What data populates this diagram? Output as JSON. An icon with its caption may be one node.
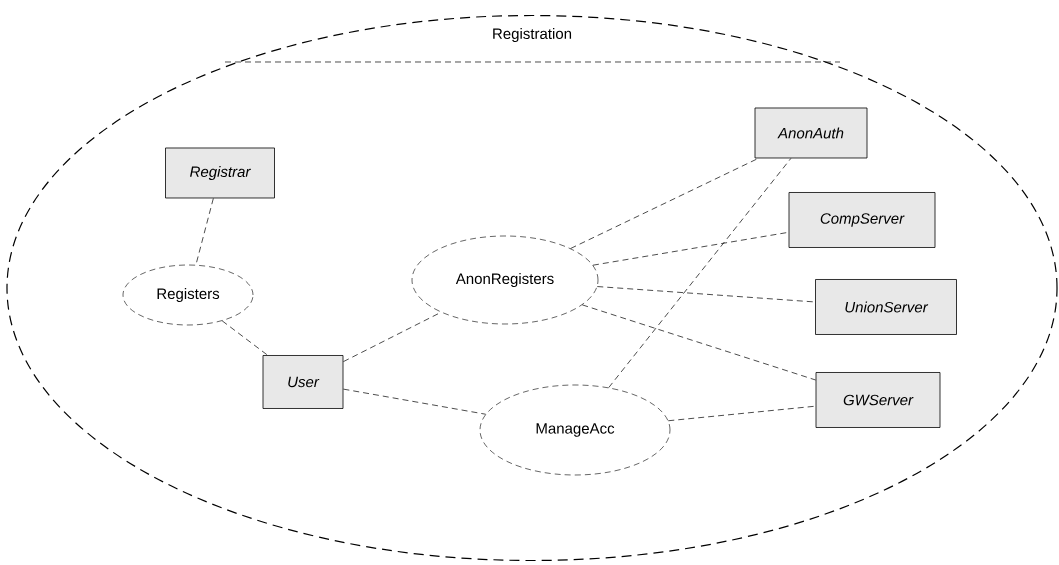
{
  "diagram": {
    "nodes": [
      {
        "text": [
          "Registration"
        ]
      },
      {
        "text": [
          "Registrar"
        ],
        "in": 0
      },
      {
        "text": [
          "Registers"
        ],
        "in": 0
      },
      {
        "text": [
          "User"
        ],
        "in": 0
      },
      {
        "text": [
          "AnonRegisters"
        ],
        "in": 0
      },
      {
        "text": [
          "AnonAuth"
        ],
        "in": 0
      },
      {
        "text": [
          "CompServer"
        ],
        "in": 0
      },
      {
        "text": [
          "UnionServer"
        ],
        "in": 0
      },
      {
        "text": [
          "GWServer"
        ],
        "in": 0
      },
      {
        "text": [
          "ManageAcc"
        ],
        "in": 0
      }
    ],
    "edges": [
      {
        "from": 1,
        "to": 2,
        "arrow": "none",
        "style": "dashed"
      },
      {
        "from": 2,
        "to": 3,
        "arrow": "none",
        "style": "dashed"
      },
      {
        "from": 3,
        "to": 4,
        "arrow": "none",
        "style": "dashed"
      },
      {
        "from": 3,
        "to": 9,
        "arrow": "none",
        "style": "dashed"
      },
      {
        "from": 4,
        "to": 5,
        "arrow": "none",
        "style": "dashed"
      },
      {
        "from": 4,
        "to": 6,
        "arrow": "none",
        "style": "dashed"
      },
      {
        "from": 4,
        "to": 7,
        "arrow": "none",
        "style": "dashed"
      },
      {
        "from": 4,
        "to": 8,
        "arrow": "none",
        "style": "dashed"
      },
      {
        "from": 9,
        "to": 5,
        "arrow": "none",
        "style": "dashed"
      },
      {
        "from": 9,
        "to": 8,
        "arrow": "none",
        "style": "dashed"
      }
    ]
  }
}
